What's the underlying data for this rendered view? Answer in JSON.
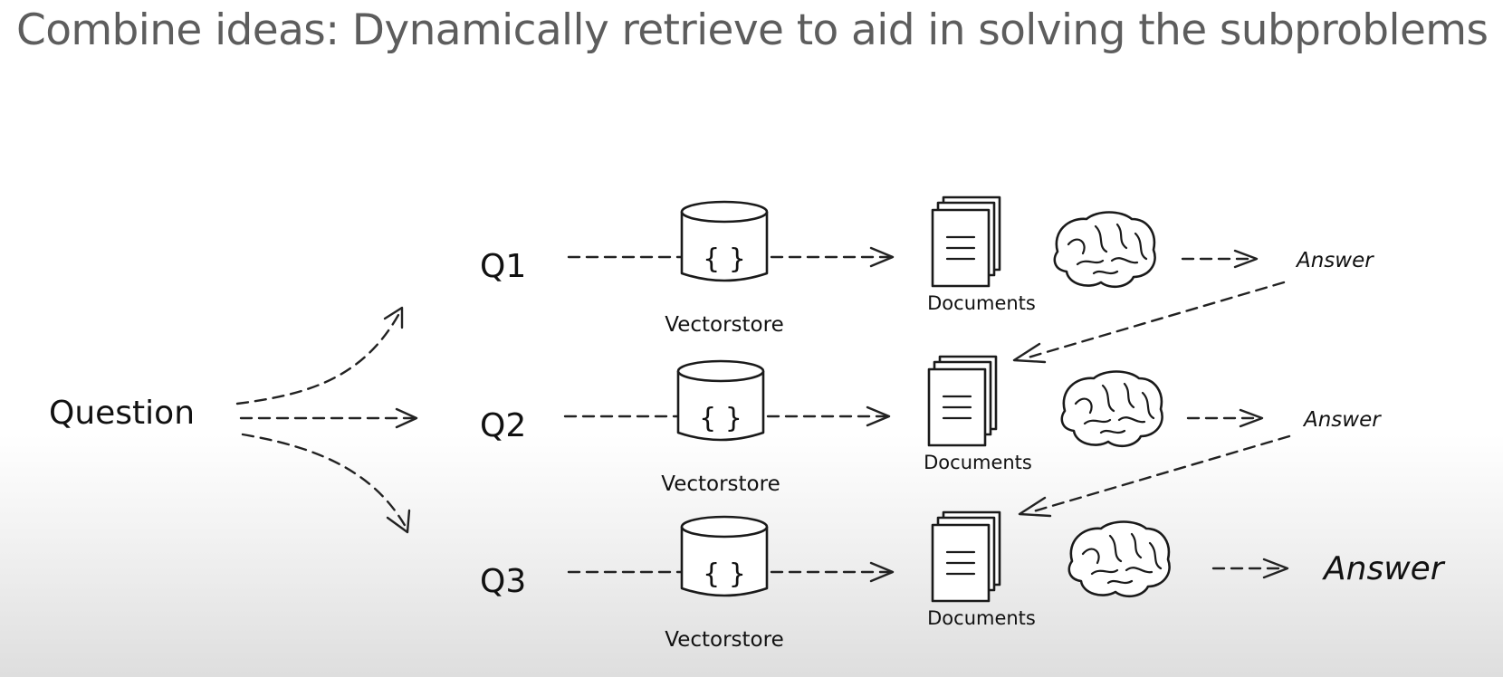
{
  "title": "Combine ideas: Dynamically retrieve to aid in solving the subproblems",
  "nodes": {
    "question": "Question",
    "queries": [
      "Q1",
      "Q2",
      "Q3"
    ],
    "vectorstore_label": "Vectorstore",
    "vectorstore_glyph": "{ }",
    "documents_label": "Documents",
    "answer_label": "Answer"
  },
  "icons": [
    "database-icon",
    "documents-icon",
    "brain-icon"
  ]
}
